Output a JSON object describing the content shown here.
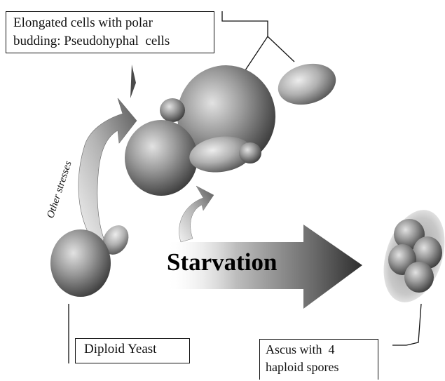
{
  "labels": {
    "pseudohyphal": {
      "line1": "Elongated cells with polar",
      "line2": "budding: Pseudohyphal  cells"
    },
    "diploid": "Diploid Yeast",
    "ascus": {
      "line1": "Ascus with  4",
      "line2": "haploid spores"
    },
    "starvation": "Starvation",
    "other_stresses": "Other stresses"
  },
  "colors": {
    "cell_fill": "#8a8a8a",
    "cell_highlight": "#d9d9d9",
    "cell_shadow": "#3c3c3c",
    "arrow_dark": "#3a3a3a",
    "line": "#111111"
  }
}
